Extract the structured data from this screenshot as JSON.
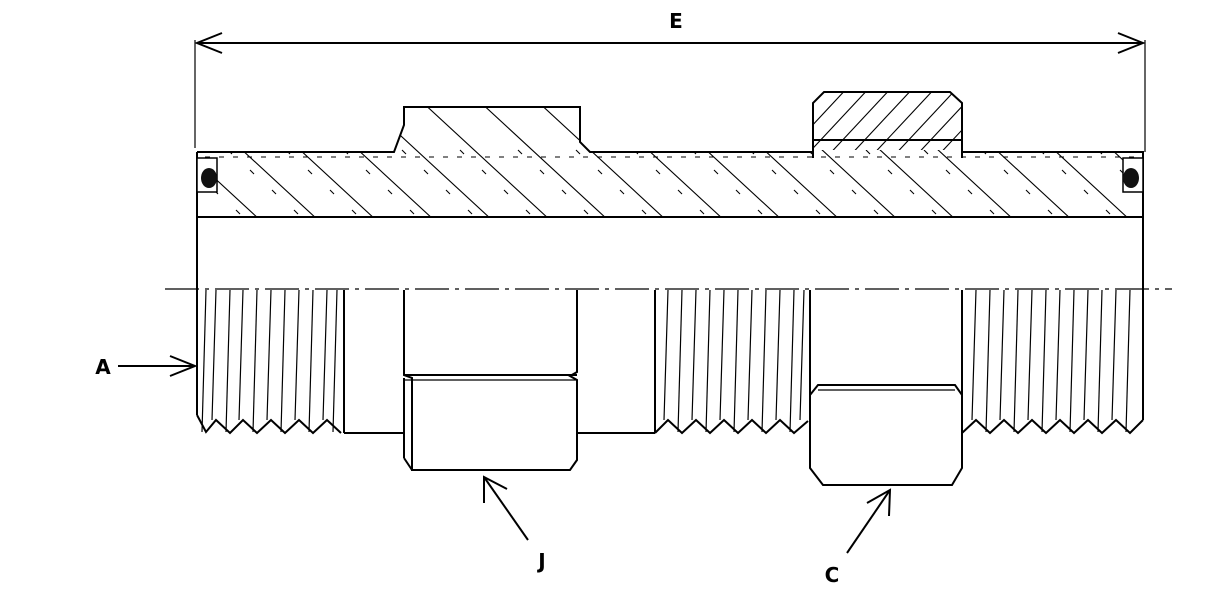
{
  "labels": {
    "overall_length": "E",
    "thread_a": "A",
    "hex_j": "J",
    "hex_c": "C"
  }
}
